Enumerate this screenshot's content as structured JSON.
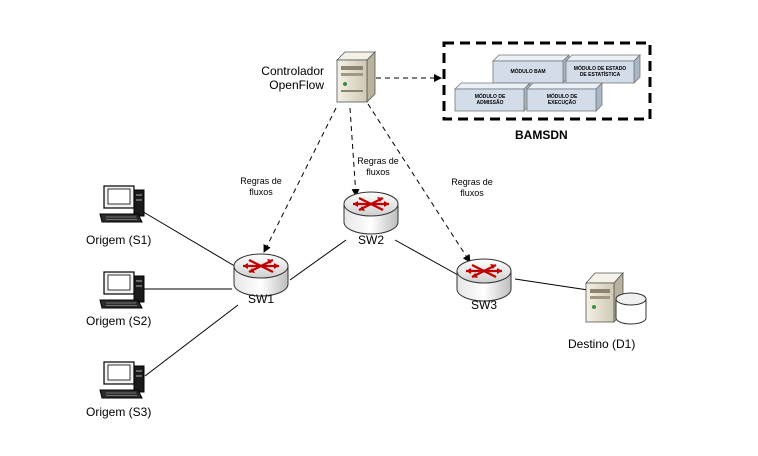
{
  "controller": {
    "line1": "Controlador",
    "line2": "OpenFlow"
  },
  "bamsdn": {
    "title": "BAMSDN",
    "modules": [
      {
        "text": "MÓDULO BAM"
      },
      {
        "text": "MÓDULO DE ESTADO DE ESTATÍSTICA"
      },
      {
        "text": "MÓDULO DE ADMISSÃO"
      },
      {
        "text": "MÓDULO DE EXECUÇÃO"
      }
    ]
  },
  "rules": [
    {
      "line1": "Regras de",
      "line2": "fluxos"
    },
    {
      "line1": "Regras de",
      "line2": "fluxos"
    },
    {
      "line1": "Regras de",
      "line2": "fluxos"
    }
  ],
  "switches": [
    {
      "label": "SW1"
    },
    {
      "label": "SW2"
    },
    {
      "label": "SW3"
    }
  ],
  "sources": [
    {
      "label": "Origem (S1)"
    },
    {
      "label": "Origem (S2)"
    },
    {
      "label": "Origem (S3)"
    }
  ],
  "destination": {
    "label": "Destino (D1)"
  }
}
